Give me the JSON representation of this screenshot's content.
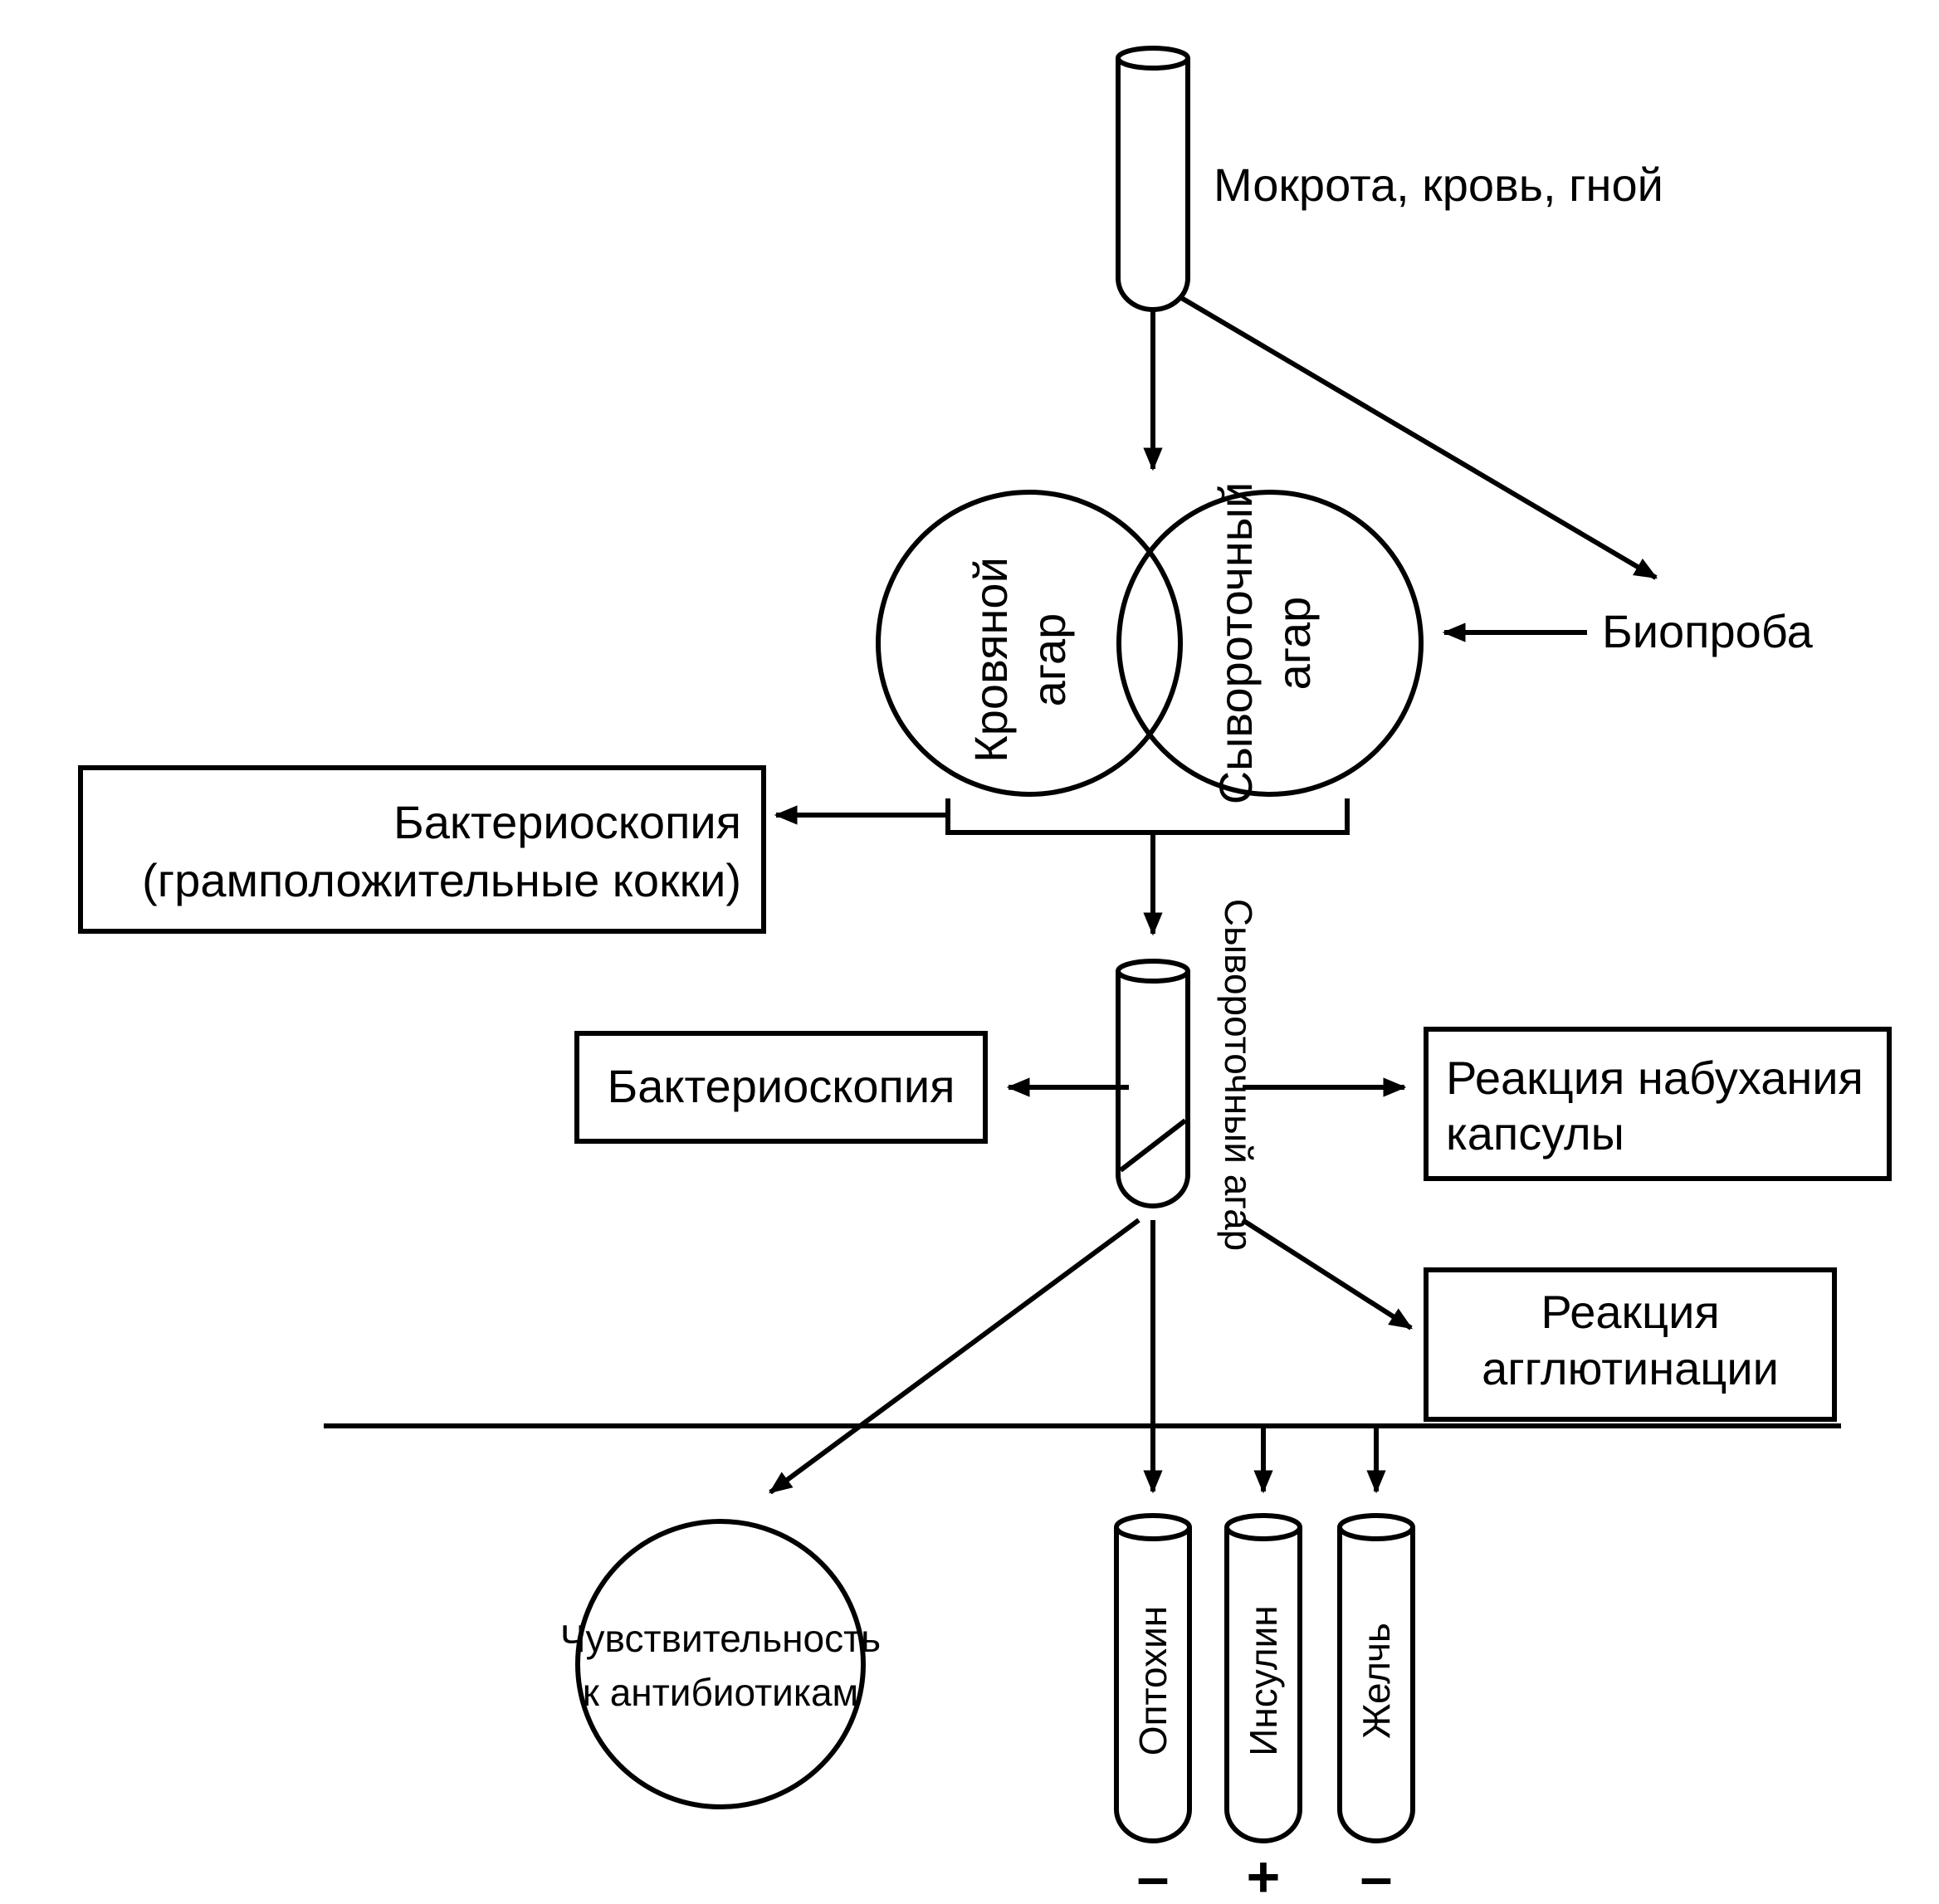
{
  "sample": {
    "label": "Мокрота,  кровь,  гной"
  },
  "plates": {
    "blood_agar_line1": "Кровяной",
    "blood_agar_line2": "агар",
    "serum_agar_line1": "Сывороточный",
    "serum_agar_line2": "агар"
  },
  "bioassay": {
    "label": "Биопроба"
  },
  "bacterioscopy_1": {
    "line1": "Бактериоскопия",
    "line2": "(грамположительные кокки)"
  },
  "serum_agar_tube": {
    "label": "Сывороточный агар"
  },
  "bacterioscopy_2": {
    "label": "Бактериоскопия"
  },
  "capsule_swelling": {
    "line1": "Реакция набухания",
    "line2": "капсулы"
  },
  "agglutination": {
    "line1": "Реакция",
    "line2": "агглютинации"
  },
  "antibiotic_sensitivity": {
    "line1": "Чувствительность",
    "line2": "к антибиотикам"
  },
  "tests": [
    {
      "label": "Оптохин",
      "result": "–"
    },
    {
      "label": "Инсулин",
      "result": "+"
    },
    {
      "label": "Желчь",
      "result": "–"
    }
  ]
}
